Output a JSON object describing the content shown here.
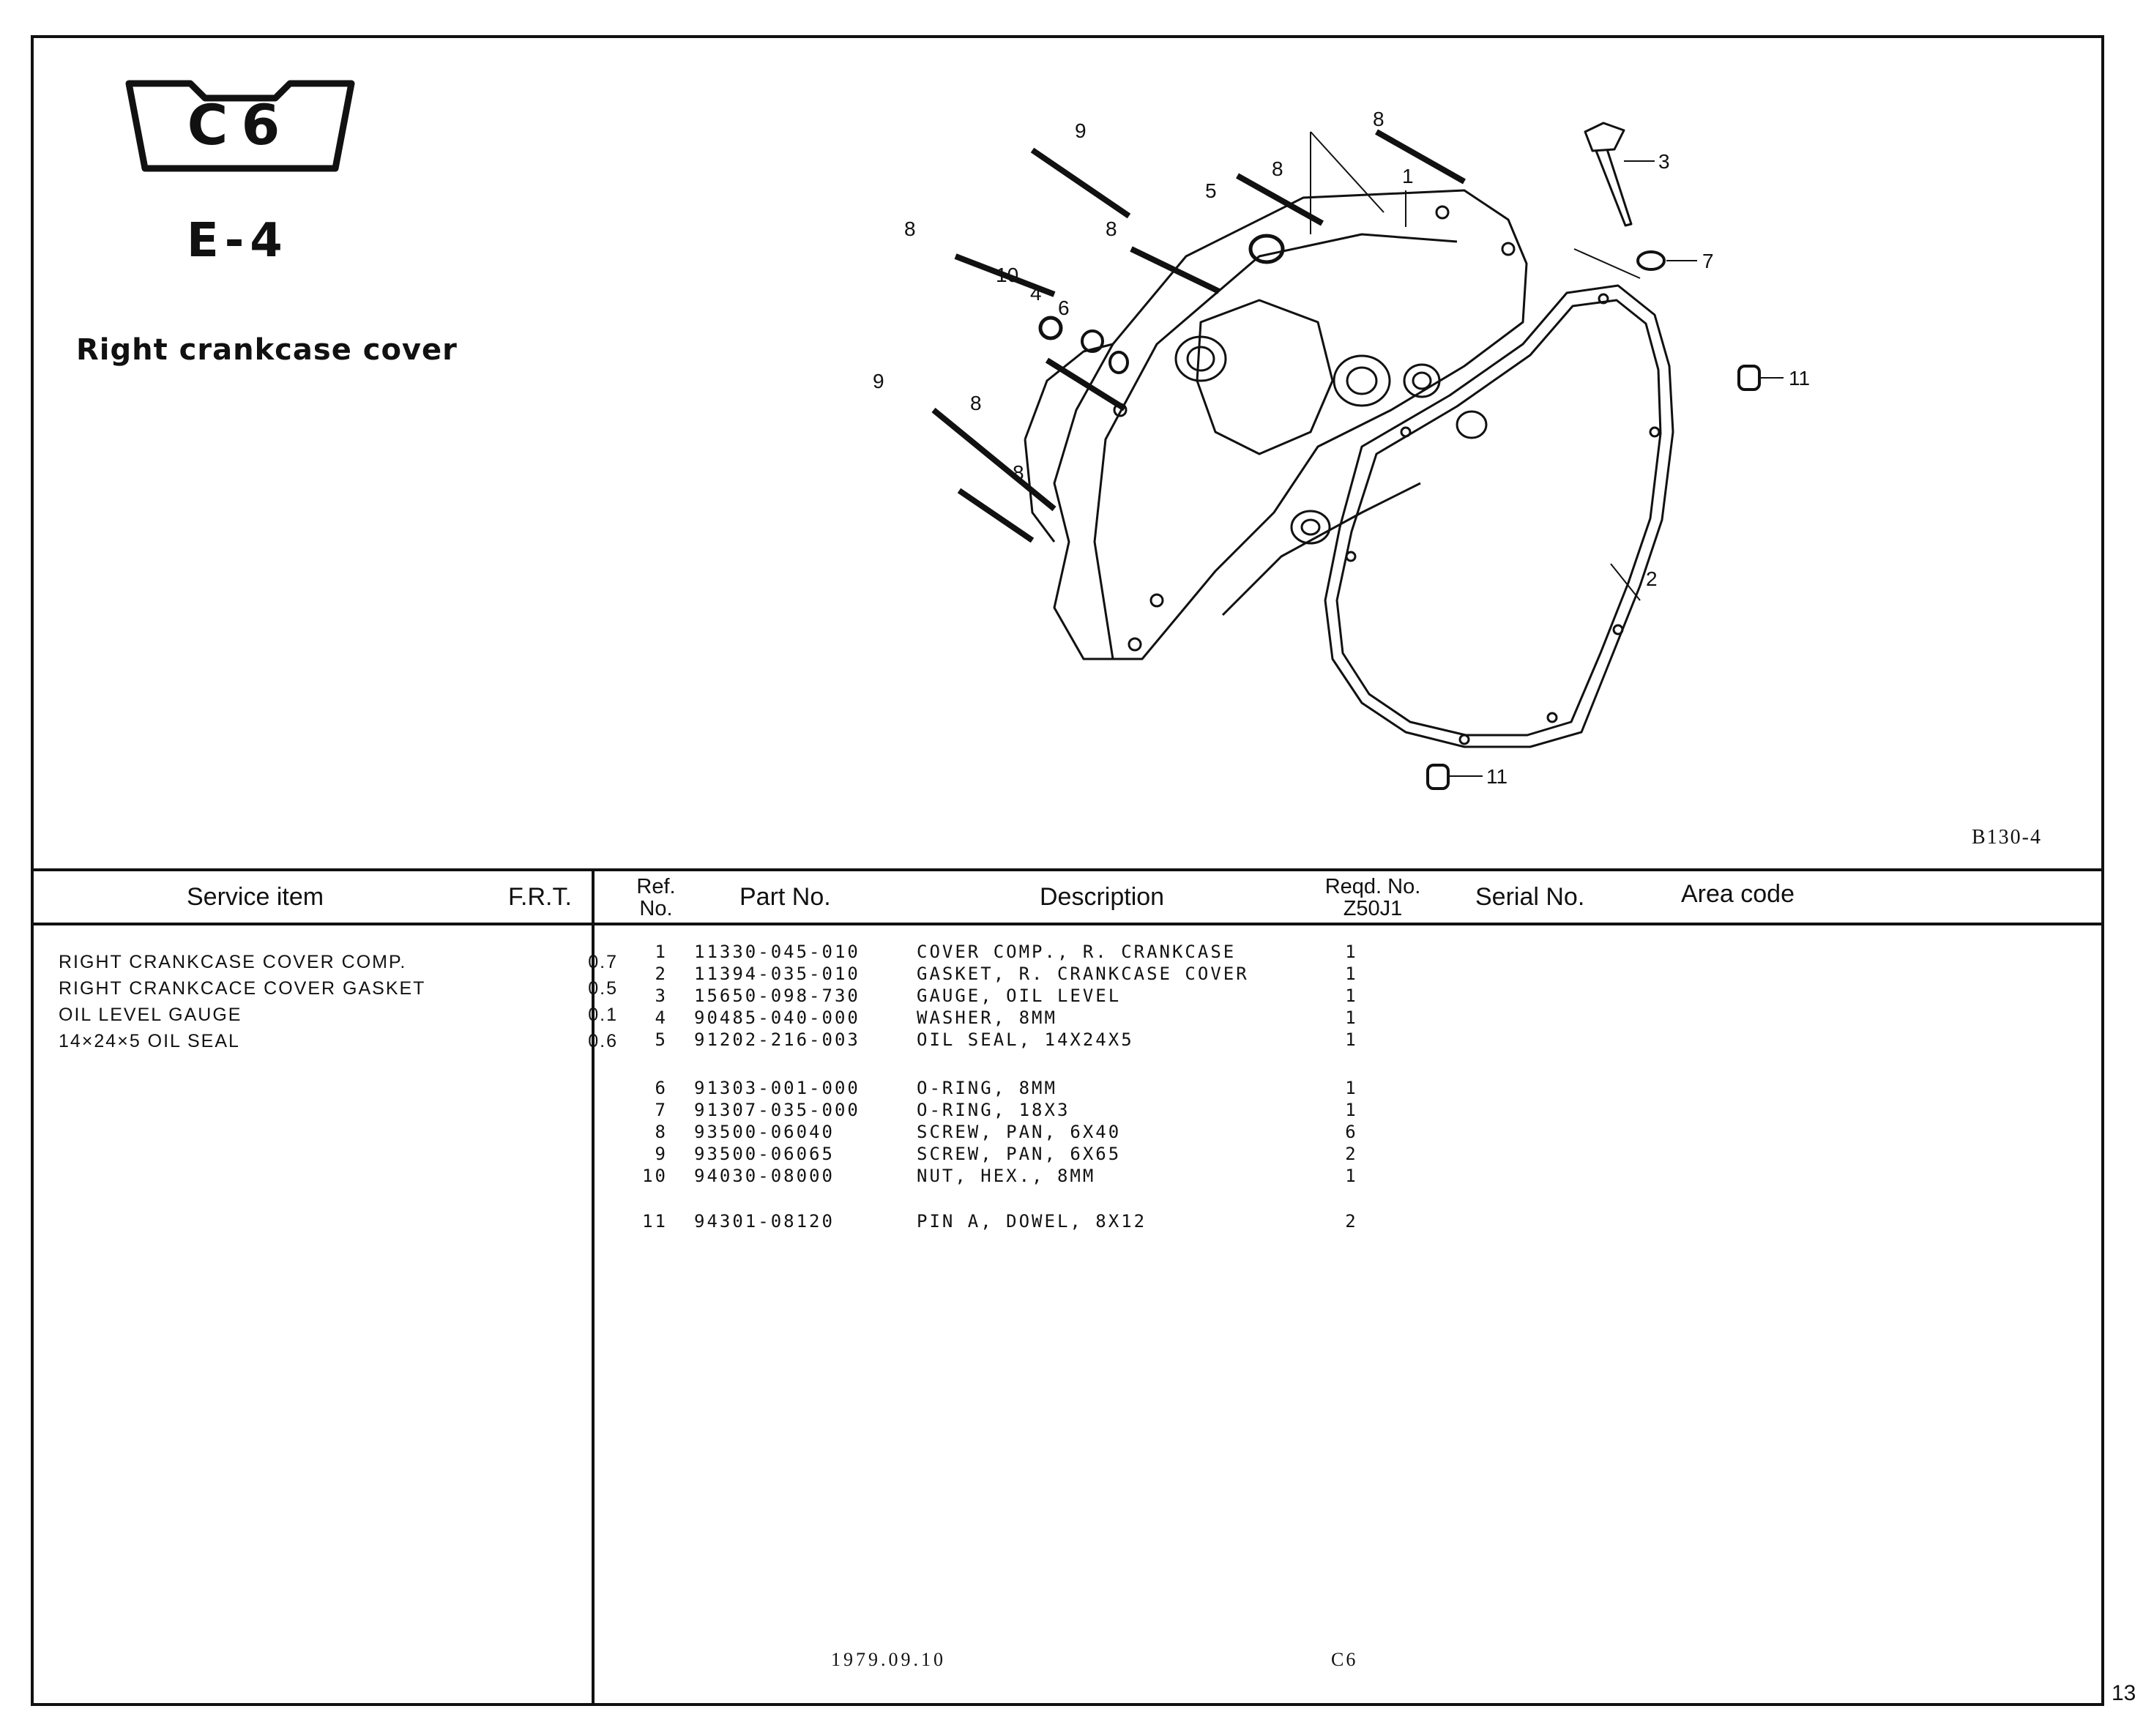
{
  "header": {
    "badge": "C6",
    "section_code": "E-4",
    "title": "Right crankcase cover",
    "diagram_code": "B130-4"
  },
  "diagram": {
    "labels": [
      "1",
      "2",
      "3",
      "4",
      "5",
      "6",
      "7",
      "8",
      "8",
      "8",
      "8",
      "8",
      "8",
      "9",
      "9",
      "10",
      "11",
      "11"
    ]
  },
  "service_table": {
    "headers": {
      "item": "Service item",
      "frt": "F.R.T."
    },
    "rows": [
      {
        "item": "RIGHT CRANKCASE COVER COMP.",
        "frt": "0.7"
      },
      {
        "item": "RIGHT CRANKCACE COVER GASKET",
        "frt": "0.5"
      },
      {
        "item": "OIL LEVEL GAUGE",
        "frt": "0.1"
      },
      {
        "item": "14×24×5 OIL SEAL",
        "frt": "0.6"
      }
    ]
  },
  "parts_table": {
    "headers": {
      "ref_line1": "Ref.",
      "ref_line2": "No.",
      "part_no": "Part No.",
      "description": "Description",
      "reqd_line1": "Reqd. No.",
      "reqd_line2": "Z50J1",
      "serial": "Serial No.",
      "area": "Area code"
    },
    "rows": [
      {
        "ref": "1",
        "part_no": "11330-045-010",
        "description": "COVER COMP., R. CRANKCASE",
        "qty": "1"
      },
      {
        "ref": "2",
        "part_no": "11394-035-010",
        "description": "GASKET, R. CRANKCASE COVER",
        "qty": "1"
      },
      {
        "ref": "3",
        "part_no": "15650-098-730",
        "description": "GAUGE, OIL LEVEL",
        "qty": "1"
      },
      {
        "ref": "4",
        "part_no": "90485-040-000",
        "description": "WASHER, 8MM",
        "qty": "1"
      },
      {
        "ref": "5",
        "part_no": "91202-216-003",
        "description": "OIL SEAL, 14X24X5",
        "qty": "1"
      },
      {
        "ref": "6",
        "part_no": "91303-001-000",
        "description": "O-RING, 8MM",
        "qty": "1"
      },
      {
        "ref": "7",
        "part_no": "91307-035-000",
        "description": "O-RING, 18X3",
        "qty": "1"
      },
      {
        "ref": "8",
        "part_no": "93500-06040",
        "description": "SCREW, PAN, 6X40",
        "qty": "6"
      },
      {
        "ref": "9",
        "part_no": "93500-06065",
        "description": "SCREW, PAN, 6X65",
        "qty": "2"
      },
      {
        "ref": "10",
        "part_no": "94030-08000",
        "description": "NUT, HEX., 8MM",
        "qty": "1"
      },
      {
        "ref": "11",
        "part_no": "94301-08120",
        "description": "PIN A, DOWEL, 8X12",
        "qty": "2"
      }
    ]
  },
  "footer": {
    "date": "1979.09.10",
    "code": "C6",
    "page_number": "13"
  }
}
